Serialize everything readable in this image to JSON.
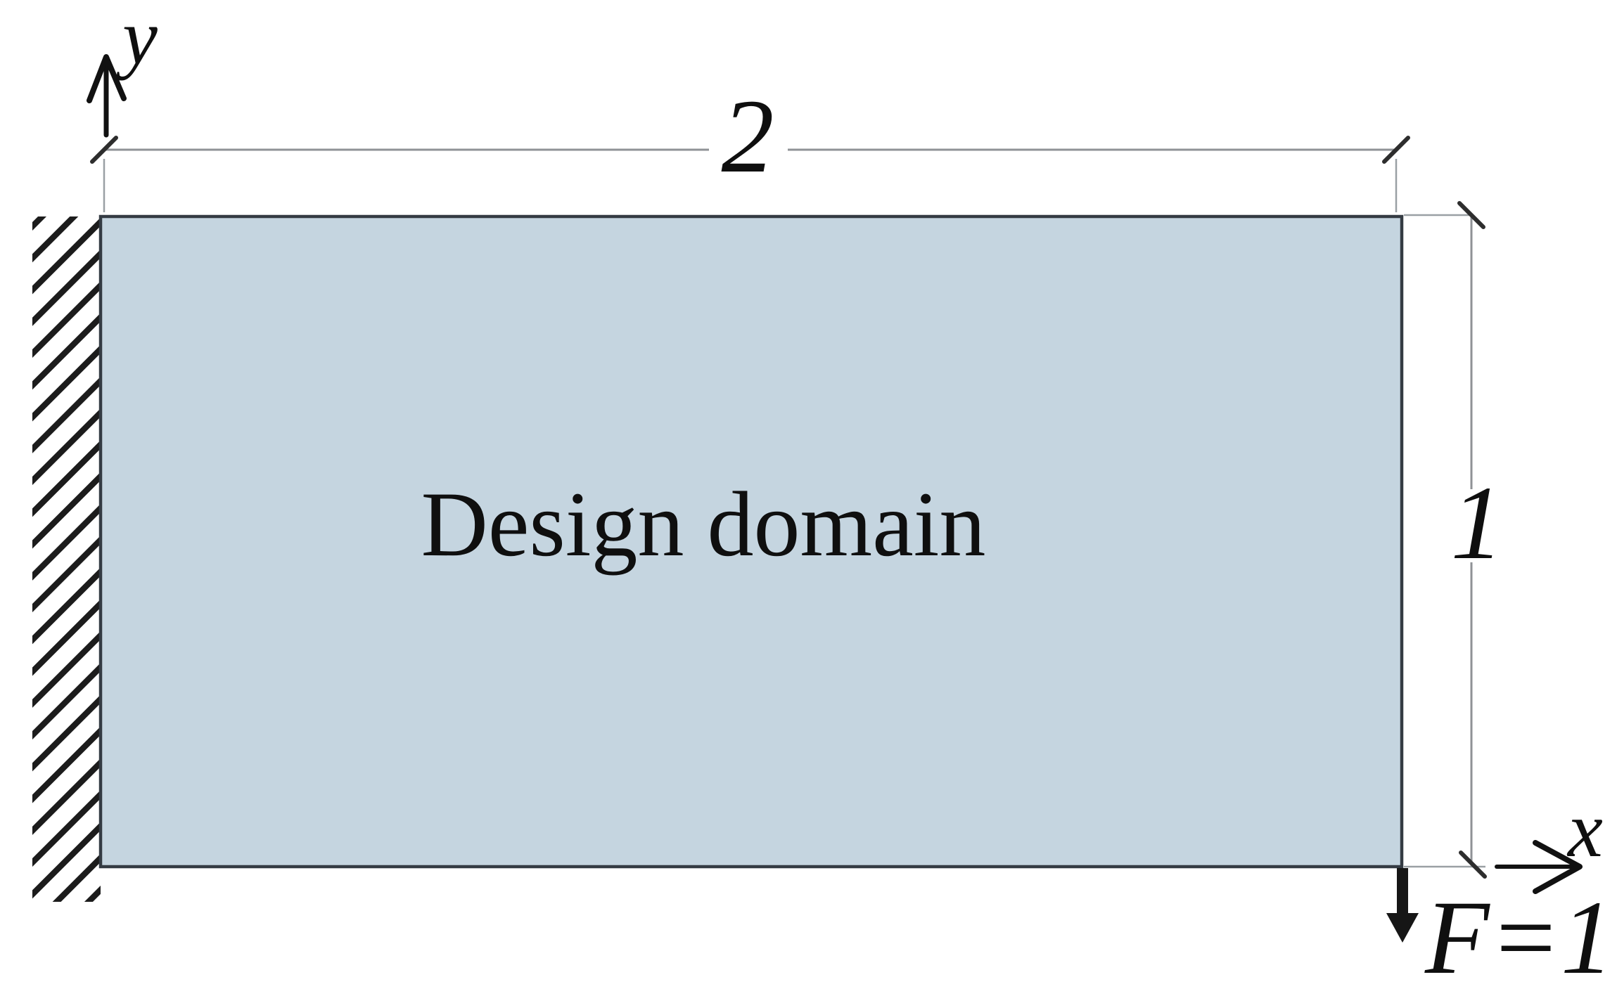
{
  "figure": {
    "domain_label": "Design domain",
    "dimensions": {
      "width_label": "2",
      "height_label": "1"
    },
    "force_label": "F=1",
    "axes": {
      "x_label": "x",
      "y_label": "y"
    }
  },
  "colors": {
    "domain_fill": "#c5d5e0",
    "domain_stroke": "#343b43",
    "dimension_line": "#8f9296",
    "ink": "#141414"
  },
  "icons": {
    "y_axis_arrow": "up-arrow",
    "x_axis_arrow": "right-arrow",
    "force_arrow": "down-arrow",
    "fixed_support": "diagonal-hatch"
  }
}
